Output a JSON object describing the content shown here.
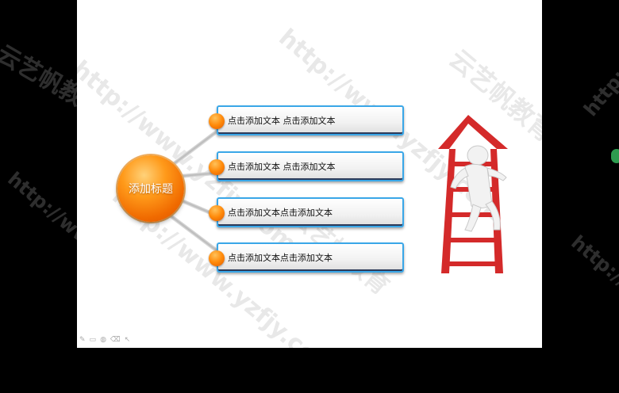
{
  "slide": {
    "title": "添加标题",
    "items": [
      {
        "label": "点击添加文本 点击添加文本"
      },
      {
        "label": "点击添加文本 点击添加文本"
      },
      {
        "label": "点击添加文本点击添加文本"
      },
      {
        "label": "点击添加文本点击添加文本"
      }
    ]
  },
  "watermarks": {
    "url": "http://www.yzfjy.com",
    "brand": "云艺帆教育"
  },
  "toolbar": {
    "pen_icon": "✎",
    "screen_icon": "▭",
    "globe_icon": "◍",
    "eraser_icon": "⌫",
    "pointer_icon": "↖"
  },
  "colors": {
    "accent_orange": "#ff8a0a",
    "box_border": "#3aa7e8",
    "ladder_red": "#d42a2a"
  }
}
